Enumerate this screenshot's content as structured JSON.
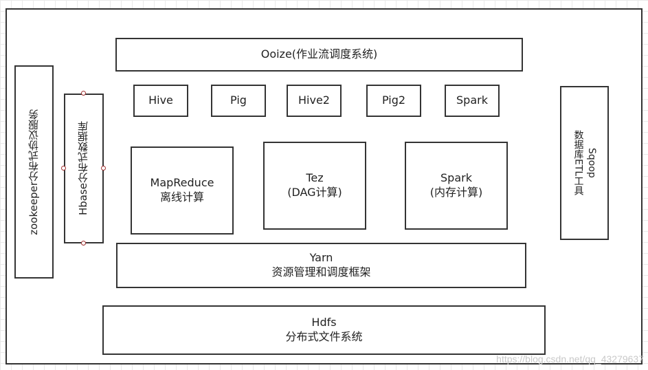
{
  "diagram": {
    "ooize": "Ooize(作业流调度系统)",
    "tools": [
      "Hive",
      "Pig",
      "Hive2",
      "Pig2",
      "Spark"
    ],
    "engines": {
      "mapreduce": {
        "line1": "MapReduce",
        "line2": "离线计算"
      },
      "tez": {
        "line1": "Tez",
        "line2": "(DAG计算)"
      },
      "spark": {
        "line1": "Spark",
        "line2": "(内存计算)"
      }
    },
    "yarn": {
      "line1": "Yarn",
      "line2": "资源管理和调度框架"
    },
    "hdfs": {
      "line1": "Hdfs",
      "line2": "分布式文件系统"
    },
    "zookeeper": "zookeeper分布式协议服务",
    "hbase": "Hbase分布式数据库",
    "sqoop": {
      "line1": "Sqoop",
      "line2": "数据库ETL工具"
    }
  },
  "watermark": "https://blog.csdn.net/qq_43279637"
}
